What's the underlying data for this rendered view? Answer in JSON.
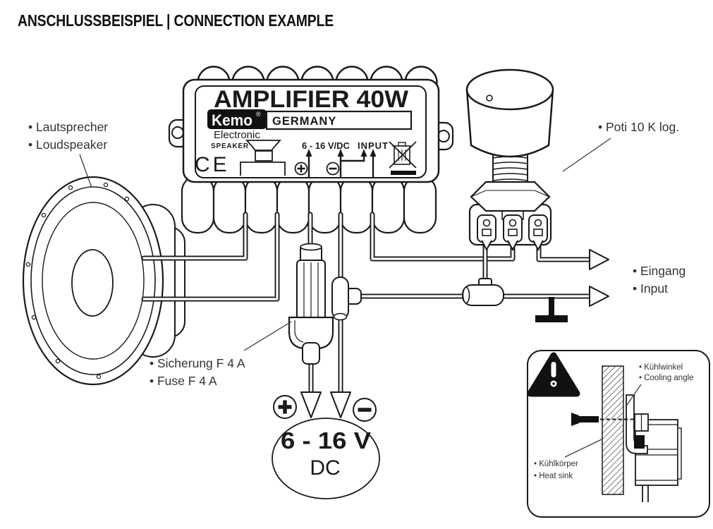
{
  "title": "ANSCHLUSSBEISPIEL | CONNECTION EXAMPLE",
  "amplifier": {
    "name": "AMPLIFIER 40W",
    "brand": "Kemo",
    "brand_reg": "®",
    "country": "GERMANY",
    "division": "Electronic",
    "speaker_port_label": "SPEAKER",
    "power_port_label": "6 - 16 V/DC",
    "input_port_label": "INPUT",
    "ce_mark": "CE"
  },
  "labels": {
    "loudspeaker_de": "• Lautsprecher",
    "loudspeaker_en": "• Loudspeaker",
    "poti": "• Poti 10 K log.",
    "input_de": "• Eingang",
    "input_en": "• Input",
    "fuse_de": "• Sicherung F 4 A",
    "fuse_en": "• Fuse F 4 A"
  },
  "power_supply": {
    "voltage": "6 - 16 V",
    "current_type": "DC"
  },
  "inset": {
    "warning_mark": "!",
    "bracket_de": "• Kühlwinkel",
    "bracket_en": "• Cooling angle",
    "heatsink_de": "• Kühlkörper",
    "heatsink_en": "• Heat sink"
  },
  "icons": {
    "plus_icon": "+",
    "minus_icon": "−",
    "weee_icon": "crossed-out-wheeled-bin",
    "ground_icon": "chassis-ground",
    "warning_icon": "exclamation-triangle",
    "arrow_icon": "hollow-arrow"
  },
  "colors": {
    "ink": "#1a1a1a",
    "label_text": "#333333",
    "background": "#ffffff"
  }
}
